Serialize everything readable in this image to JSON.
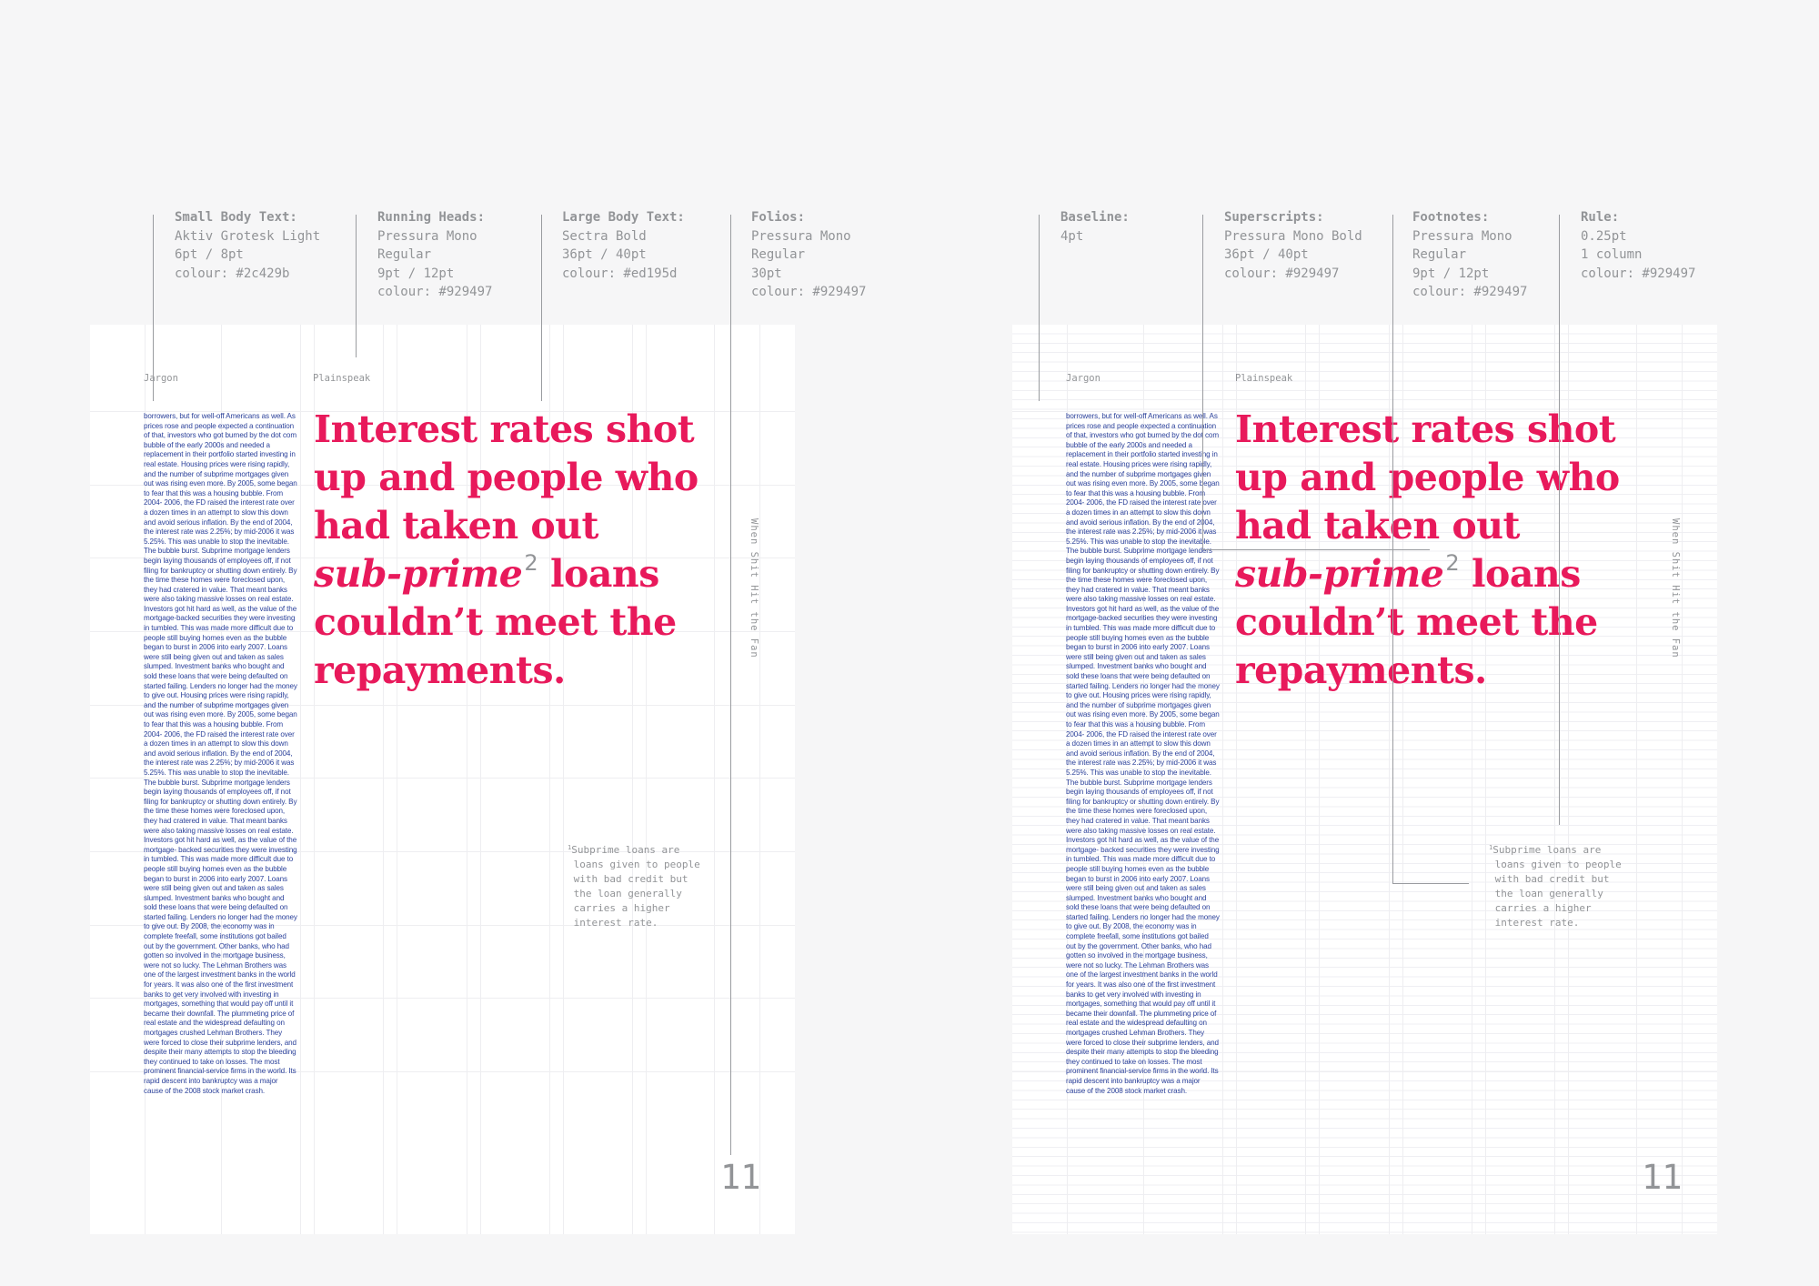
{
  "left_specs": [
    {
      "title": "Small Body Text:",
      "lines": [
        "Aktiv Grotesk Light",
        "6pt / 8pt",
        "colour: #2c429b"
      ]
    },
    {
      "title": "Running Heads:",
      "lines": [
        "Pressura Mono",
        "Regular",
        "9pt / 12pt",
        "colour: #929497"
      ]
    },
    {
      "title": "Large Body Text:",
      "lines": [
        "Sectra Bold",
        "36pt / 40pt",
        "colour: #ed195d"
      ]
    },
    {
      "title": "Folios:",
      "lines": [
        "Pressura Mono",
        "Regular",
        "30pt",
        "colour: #929497"
      ]
    }
  ],
  "right_specs": [
    {
      "title": "Baseline:",
      "lines": [
        "4pt"
      ]
    },
    {
      "title": "Superscripts:",
      "lines": [
        "Pressura Mono Bold",
        "36pt / 40pt",
        "colour: #929497"
      ]
    },
    {
      "title": "Footnotes:",
      "lines": [
        "Pressura Mono",
        "Regular",
        "9pt / 12pt",
        "colour: #929497"
      ]
    },
    {
      "title": "Rule:",
      "lines": [
        "0.25pt",
        "1 column",
        "colour: #929497"
      ]
    }
  ],
  "page": {
    "running_head_left": "Jargon",
    "running_head_right": "Plainspeak",
    "small_body": "borrowers, but for well-off Americans as well. As prices rose and people expected a continuation of that, investors who got burned by the dot com bubble of the early 2000s and needed a replacement in their portfolio started investing in real estate. Housing prices were rising rapidly, and the number of subprime mortgages given out was rising even more. By 2005, some began to fear that this was a housing bubble. From 2004- 2006, the FD raised the interest rate over a dozen times in an attempt to slow this down and avoid serious inflation. By the end of 2004, the interest rate was 2.25%; by mid-2006 it was 5.25%. This was unable to stop the inevitable. The bubble burst. Subprime mortgage lenders begin laying thousands of employees off, if not filing for bankruptcy or shutting down entirely. By the time these homes were foreclosed upon, they had cratered in value. That meant banks were also taking massive losses on real estate. Investors got hit hard as well, as the value of the mortgage-backed securities they were investing in tumbled. This was made more difficult due to people still buying homes even as the bubble began to burst in 2006 into early 2007. Loans were still being given out and taken as sales slumped. Investment banks who bought and sold these loans that were being defaulted on started failing. Lenders no longer had the money to give out. Housing prices were rising rapidly, and the number of subprime mortgages given out was rising even more. By 2005, some began to fear that this was a housing bubble. From 2004- 2006, the FD raised the interest rate over a dozen times in an attempt to slow this down and avoid serious inflation. By the end of 2004, the interest rate was 2.25%; by mid-2006 it was 5.25%. This was unable to stop the inevitable. The bubble burst. Subprime mortgage lenders begin laying thousands of employees off, if not filing for bankruptcy or shutting down entirely. By the time these homes were foreclosed upon, they had cratered in value. That meant banks were also taking massive losses on real estate. Investors got hit hard as well, as the value of the mortgage- backed securities they were investing in tumbled. This was made more difficult due to people still buying homes even as the bubble began to burst in 2006 into early 2007. Loans were still being given out and taken as sales slumped. Investment banks who bought and sold these loans that were being defaulted on started failing. Lenders no longer had the money to give out. By 2008, the economy was in complete freefall, some institutions got bailed out by the government. Other banks, who had gotten so involved in the mortgage business, were not so lucky. The Lehman Brothers was one of the largest investment banks in the world for years. It was also one of the first investment banks to get very involved with investing in mortgages, something that would pay off until it became their downfall. The plummeting price of real estate and the widespread defaulting on mortgages crushed Lehman Brothers. They were forced to close their subprime lenders, and despite their many attempts to stop the bleeding they continued to take on losses. The most prominent financial-service firms in the world. Its rapid descent into bankruptcy was a major cause of the 2008 stock market crash.",
    "headline_lines": [
      "Interest rates shot",
      "up and people who",
      "had taken out"
    ],
    "headline_italic": "sub-prime",
    "headline_superscript": "2",
    "headline_after_italic": " loans",
    "headline_tail_lines": [
      "couldn’t meet the",
      "repayments."
    ],
    "footnote_number": "1",
    "footnote_lines": [
      "Subprime loans are",
      "loans given to people",
      "with bad credit but",
      "the loan generally",
      "carries a higher",
      "interest rate."
    ],
    "folio_side": "When Shit Hit the Fan",
    "folio_number": "11"
  }
}
